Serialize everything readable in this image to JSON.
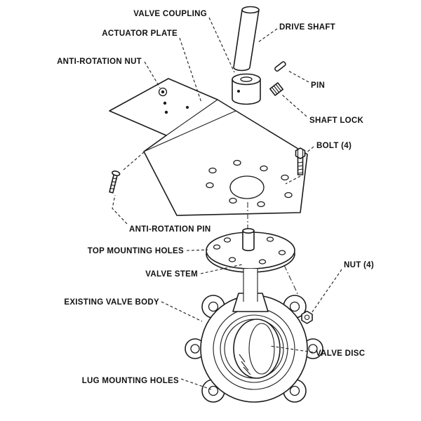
{
  "diagram": {
    "title_hint": "Exploded view of butterfly valve actuator mounting assembly",
    "colors": {
      "line": "#1c1c1c",
      "background": "#ffffff",
      "text": "#111111"
    },
    "labels": {
      "valve_coupling": "VALVE COUPLING",
      "actuator_plate": "ACTUATOR PLATE",
      "anti_rotation_nut": "ANTI-ROTATION NUT",
      "drive_shaft": "DRIVE SHAFT",
      "pin": "PIN",
      "shaft_lock": "SHAFT LOCK",
      "bolt": "BOLT (4)",
      "anti_rotation_pin": "ANTI-ROTATION PIN",
      "top_mounting_holes": "TOP MOUNTING HOLES",
      "valve_stem": "VALVE STEM",
      "nut": "NUT (4)",
      "existing_valve_body": "EXISTING VALVE BODY",
      "valve_disc": "VALVE DISC",
      "lug_mounting_holes": "LUG MOUNTING HOLES"
    }
  }
}
